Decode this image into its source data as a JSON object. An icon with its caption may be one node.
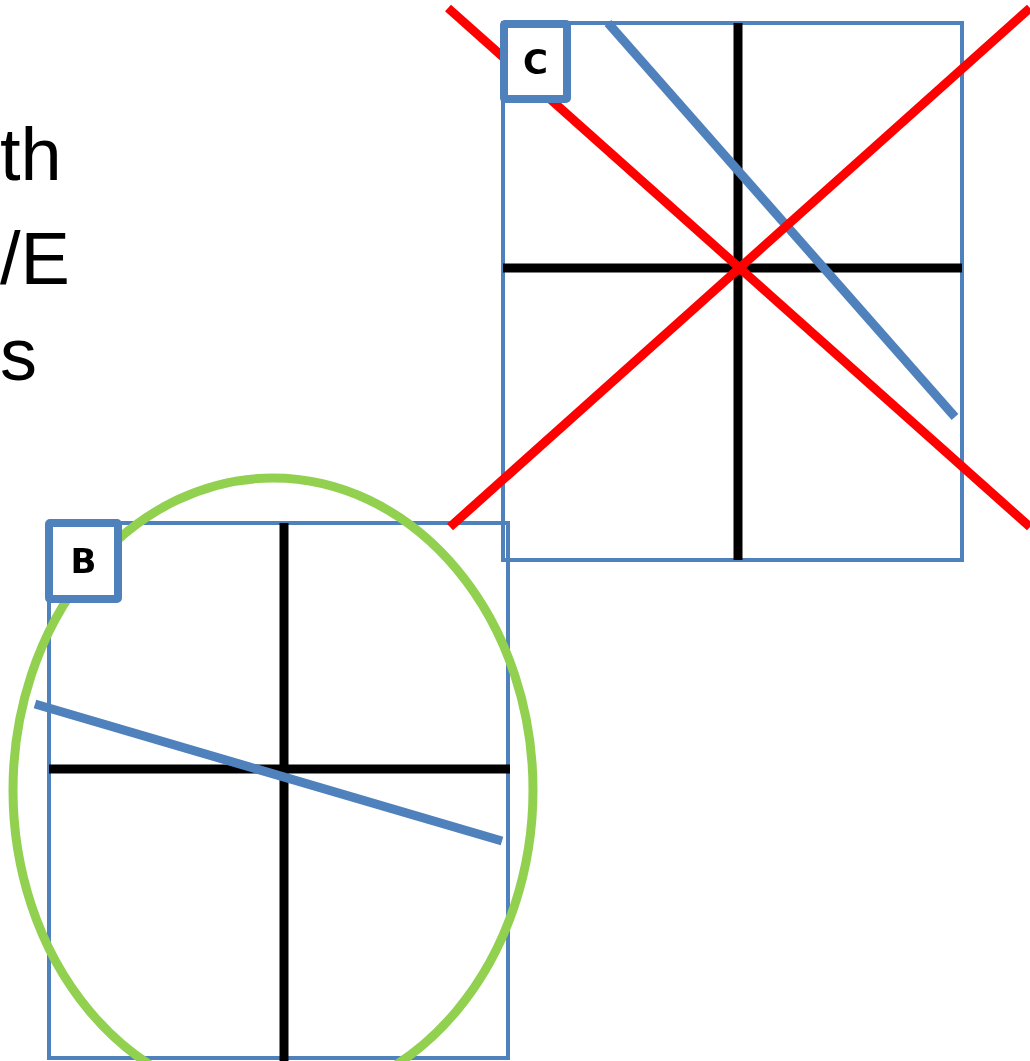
{
  "diagram": {
    "nodes": [
      {
        "text": [
          "C"
        ]
      },
      {
        "text": [
          "B"
        ]
      }
    ],
    "labels": [
      "th",
      "/E",
      "s"
    ]
  }
}
